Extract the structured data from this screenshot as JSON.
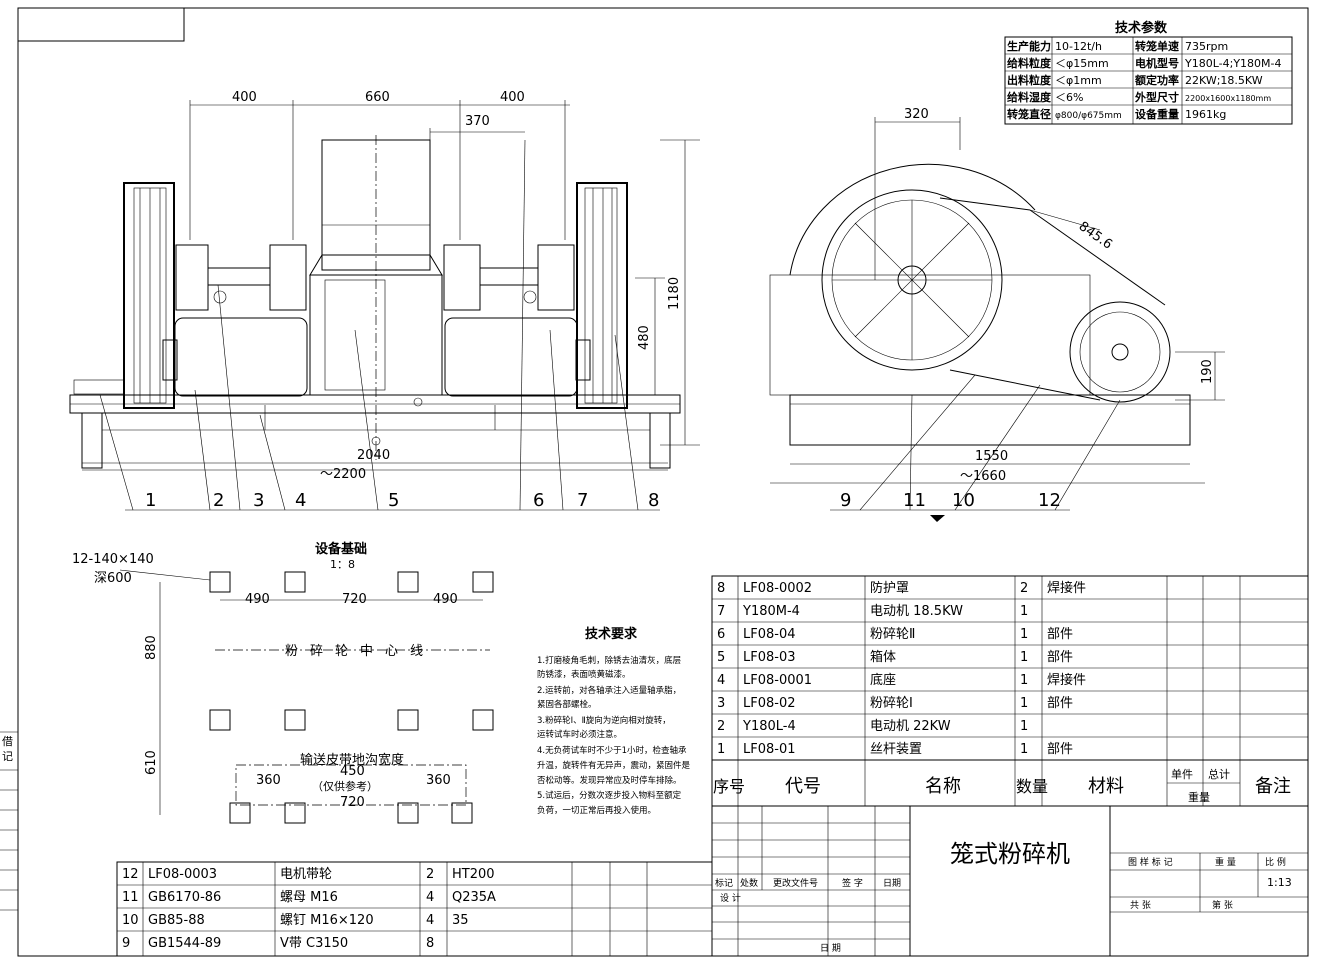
{
  "tech_params": {
    "title": "技术参数",
    "rows": [
      [
        "生产能力",
        "10-12t/h",
        "转笼单速",
        "735rpm"
      ],
      [
        "给料粒度",
        "＜φ15mm",
        "电机型号",
        "Y180L-4;Y180M-4"
      ],
      [
        "出料粒度",
        "＜φ1mm",
        "额定功率",
        "22KW;18.5KW"
      ],
      [
        "给料湿度",
        "＜6%",
        "外型尺寸",
        "2200x1600x1180mm"
      ],
      [
        "转笼直径",
        "φ800/φ675mm",
        "设备重量",
        "1961kg"
      ]
    ]
  },
  "front_view": {
    "dims": {
      "d400a": "400",
      "d660": "660",
      "d400b": "400",
      "d370": "370",
      "d1180": "1180",
      "d480": "480",
      "d2040": "2040",
      "d2200": "～2200"
    },
    "callouts": [
      "1",
      "2",
      "3",
      "4",
      "5",
      "6",
      "7",
      "8"
    ]
  },
  "side_view": {
    "dims": {
      "d320": "320",
      "d845": "845.6",
      "d190": "190",
      "d1550": "1550",
      "d1660": "～1660"
    },
    "callouts": [
      "9",
      "11",
      "10",
      "12"
    ]
  },
  "foundation": {
    "title": "设备基础",
    "scale": "1：8",
    "pit_label": "12-140×140",
    "depth_label": "深600",
    "dims": {
      "d490a": "490",
      "d720a": "720",
      "d490b": "490",
      "d880": "880",
      "d610": "610",
      "d360a": "360",
      "d450": "450",
      "d360b": "360",
      "d720b": "720"
    },
    "center_line": "粉碎轮中心线",
    "belt_title": "输送皮带地沟宽度",
    "belt_note": "（仅供参考）"
  },
  "requirements": {
    "title": "技术要求",
    "lines": [
      "1.打磨棱角毛刺，除锈去油清灰，底层",
      "防锈漆，表面喷黄磁漆。",
      "2.运转前，对各轴承注入适量轴承脂，",
      "紧固各部螺栓。",
      "3.粉碎轮Ⅰ、Ⅱ旋向为逆向相对旋转，",
      "运转试车时必须注意。",
      "4.无负荷试车时不少于1小时，检查轴承",
      "升温，旋转件有无异声，震动，紧固件是",
      "否松动等。发现异常应及时停车排除。",
      "5.试运后，分数次逐步投入物料至额定",
      "负荷，一切正常后再投入使用。"
    ]
  },
  "bom_upper": [
    [
      "8",
      "LF08-0002",
      "防护罩",
      "2",
      "焊接件"
    ],
    [
      "7",
      "Y180M-4",
      "电动机  18.5KW",
      "1",
      ""
    ],
    [
      "6",
      "LF08-04",
      "粉碎轮Ⅱ",
      "1",
      "部件"
    ],
    [
      "5",
      "LF08-03",
      "箱体",
      "1",
      "部件"
    ],
    [
      "4",
      "LF08-0001",
      "底座",
      "1",
      "焊接件"
    ],
    [
      "3",
      "LF08-02",
      "粉碎轮Ⅰ",
      "1",
      "部件"
    ],
    [
      "2",
      "Y180L-4",
      "电动机  22KW",
      "1",
      ""
    ],
    [
      "1",
      "LF08-01",
      "丝杆装置",
      "1",
      "部件"
    ]
  ],
  "bom_header": {
    "no": "序号",
    "code": "代号",
    "name": "名称",
    "qty": "数量",
    "material": "材料",
    "unit": "单件",
    "total": "总计",
    "weight": "重量",
    "remark": "备注"
  },
  "bom_lower": [
    [
      "12",
      "LF08-0003",
      "电机带轮",
      "2",
      "HT200"
    ],
    [
      "11",
      "GB6170-86",
      "螺母  M16",
      "4",
      "Q235A"
    ],
    [
      "10",
      "GB85-88",
      "螺钉  M16×120",
      "4",
      "35"
    ],
    [
      "9",
      "GB1544-89",
      "V带  C3150",
      "8",
      ""
    ]
  ],
  "title_block": {
    "drawing_name": "笼式粉碎机",
    "mark_label": "标记",
    "count_label": "处数",
    "change_doc": "更改文件号",
    "sign": "签 字",
    "date": "日期",
    "design": "设 计",
    "date2": "日 期",
    "stage_mark": "图 样 标 记",
    "weight": "重 量",
    "scale": "比 例",
    "scale_value": "1:13",
    "total_sheets": "共    张",
    "sheet_no": "第    张"
  },
  "left_margin": [
    "借",
    "记"
  ]
}
